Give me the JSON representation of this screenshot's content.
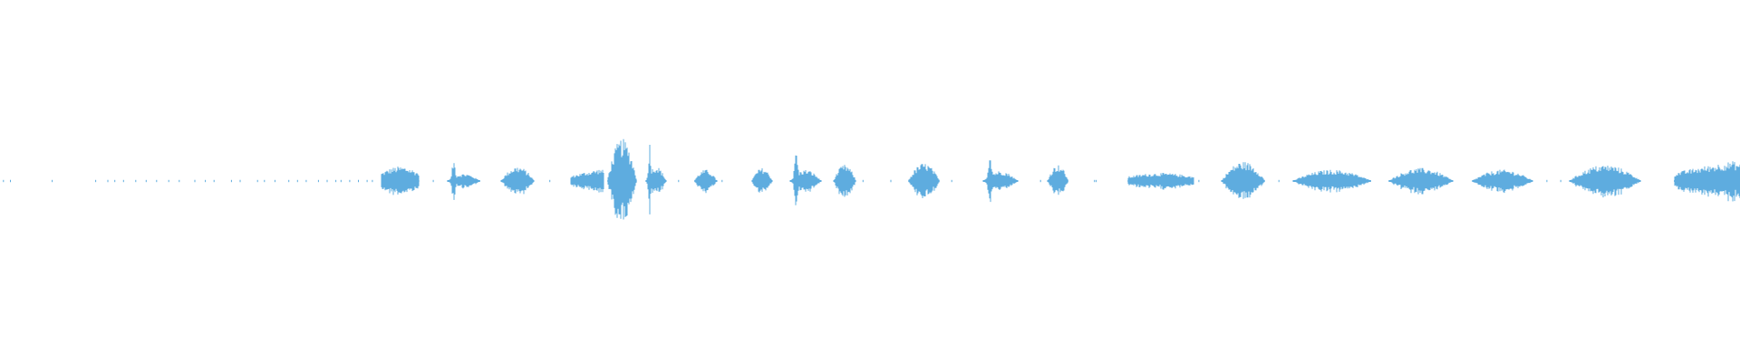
{
  "waveform": {
    "color": "#5eacdf",
    "background": "#ffffff",
    "duration_fraction_scale": [
      0,
      1
    ],
    "amplitude_scale": [
      -1,
      1
    ],
    "silence_ticks": [
      0.002,
      0.006,
      0.03,
      0.055,
      0.062,
      0.066,
      0.071,
      0.078,
      0.084,
      0.09,
      0.097,
      0.103,
      0.112,
      0.118,
      0.123,
      0.133,
      0.138,
      0.148,
      0.152,
      0.158,
      0.166,
      0.171,
      0.176,
      0.183,
      0.188,
      0.193,
      0.196,
      0.201,
      0.206,
      0.211,
      0.214,
      0.238,
      0.249,
      0.273,
      0.306,
      0.316,
      0.357,
      0.39,
      0.415,
      0.462,
      0.496,
      0.512,
      0.547,
      0.569,
      0.598,
      0.629,
      0.63,
      0.689,
      0.735,
      0.758,
      0.785,
      0.852,
      0.889,
      0.897,
      0.907,
      0.966,
      0.972
    ],
    "segments": [
      {
        "start": 0.219,
        "end": 0.241,
        "peak": 0.09,
        "shape": "flat"
      },
      {
        "start": 0.257,
        "end": 0.276,
        "peak": 0.13,
        "shape": "spike-left"
      },
      {
        "start": 0.288,
        "end": 0.307,
        "peak": 0.09,
        "shape": "dome"
      },
      {
        "start": 0.328,
        "end": 0.347,
        "peak": 0.08,
        "shape": "rise"
      },
      {
        "start": 0.349,
        "end": 0.366,
        "peak": 0.26,
        "shape": "dome"
      },
      {
        "start": 0.371,
        "end": 0.383,
        "peak": 0.26,
        "shape": "spike-left"
      },
      {
        "start": 0.399,
        "end": 0.412,
        "peak": 0.07,
        "shape": "dome"
      },
      {
        "start": 0.432,
        "end": 0.444,
        "peak": 0.08,
        "shape": "dome"
      },
      {
        "start": 0.454,
        "end": 0.472,
        "peak": 0.2,
        "shape": "spike-left"
      },
      {
        "start": 0.479,
        "end": 0.492,
        "peak": 0.1,
        "shape": "dome"
      },
      {
        "start": 0.522,
        "end": 0.54,
        "peak": 0.11,
        "shape": "dome"
      },
      {
        "start": 0.565,
        "end": 0.585,
        "peak": 0.18,
        "shape": "spike-left"
      },
      {
        "start": 0.602,
        "end": 0.614,
        "peak": 0.1,
        "shape": "dome"
      },
      {
        "start": 0.648,
        "end": 0.686,
        "peak": 0.05,
        "shape": "flat"
      },
      {
        "start": 0.702,
        "end": 0.727,
        "peak": 0.12,
        "shape": "dome"
      },
      {
        "start": 0.743,
        "end": 0.788,
        "peak": 0.07,
        "shape": "dome"
      },
      {
        "start": 0.798,
        "end": 0.835,
        "peak": 0.08,
        "shape": "dome"
      },
      {
        "start": 0.846,
        "end": 0.881,
        "peak": 0.07,
        "shape": "dome"
      },
      {
        "start": 0.902,
        "end": 0.943,
        "peak": 0.1,
        "shape": "dome"
      },
      {
        "start": 0.962,
        "end": 1.0,
        "peak": 0.13,
        "shape": "rise"
      }
    ]
  }
}
